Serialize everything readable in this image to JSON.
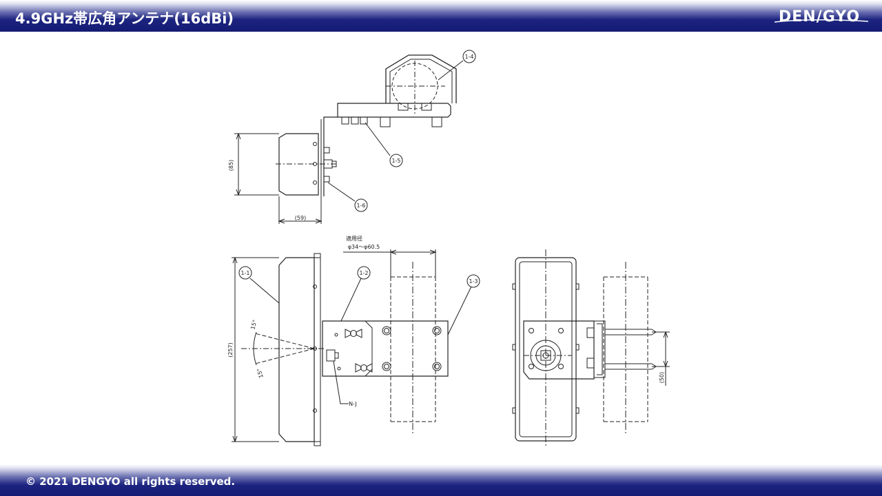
{
  "header": {
    "title": "4.9GHz帯広角アンテナ(16dBi)",
    "logo": "DEN/GYO"
  },
  "footer": {
    "copyright": "© 2021  DENGYO all rights reserved."
  },
  "drawing": {
    "callouts": {
      "c1_1": "1-1",
      "c1_2": "1-2",
      "c1_3": "1-3",
      "c1_4": "1-4",
      "c1_5": "1-5",
      "c1_6": "1-6"
    },
    "dims": {
      "height_85": "(85)",
      "width_59": "(59)",
      "height_257": "(257)",
      "spacing_50": "(50)",
      "angle_top": "15°",
      "angle_bottom": "15°"
    },
    "pipe_label": "適用径",
    "pipe_range": "φ34～φ60.5",
    "connector": "N-J"
  }
}
